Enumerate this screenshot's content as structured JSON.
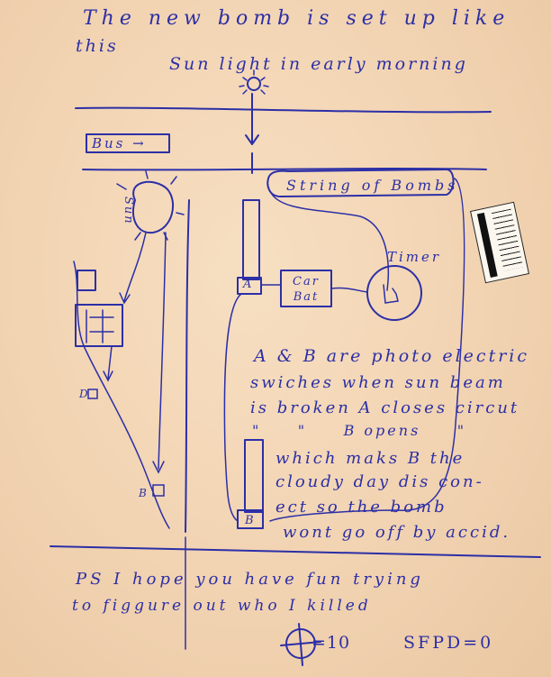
{
  "letter": {
    "line1": "The new bomb is set up like",
    "line2": "this",
    "sun_light": "Sun light in early morning",
    "bus": "Bus →",
    "sun": "Sun",
    "string_of_bombs": "String of Bombs",
    "timer": "Timer",
    "label_a": "A",
    "label_b": "B",
    "car_bat": "Car Bat",
    "map_d": "D",
    "map_b": "B",
    "explain1": "A & B are photo electric",
    "explain2": "swiches when sun beam",
    "explain3": "is broken A closes circut",
    "explain4": "\"     \"     B opens     \"",
    "explain5": "which maks B the",
    "explain6": "cloudy day dis con-",
    "explain7": "ect so the bomb",
    "explain8": "wont go off by accid.",
    "ps1": "PS  I hope you have fun trying",
    "ps2": "to figgure out who I killed",
    "score_zodiac": "=10",
    "score_sfpd": "SFPD=0"
  }
}
